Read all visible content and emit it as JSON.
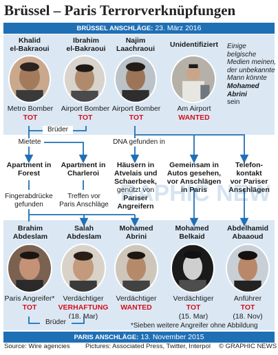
{
  "title": "Brüssel – Paris Terrorverknüpfungen",
  "banner_top": {
    "bold": "Brüssel Anschläge:",
    "date": "23. März 2016"
  },
  "banner_bottom": {
    "bold": "Paris Anschläge:",
    "date": "13. November 2015"
  },
  "brussels": [
    {
      "name1": "Khalid",
      "name2": "el-Bakraoui",
      "role": "Metro Bomber",
      "status": "TOT"
    },
    {
      "name1": "Ibrahim",
      "name2": "el-Bakraoui",
      "role": "Airport Bomber",
      "status": "TOT"
    },
    {
      "name1": "Najim",
      "name2": "Laachraoui",
      "role": "Airport Bomber",
      "status": "TOT"
    },
    {
      "name1": "Unidentifiziert",
      "name2": "",
      "role": "Am Airport",
      "status": "WANTED"
    }
  ],
  "note": {
    "l1": "Einige belgische",
    "l2": "Medien meinen,",
    "l3": "der unbekannte",
    "l4": "Mann könnte",
    "b1": "Mohamed",
    "b2": "Abrini",
    "l5": "sein"
  },
  "connectors": {
    "brueder_top": "Brüder",
    "mietete": "Mietete",
    "dna": "DNA gefunden in",
    "fingerabdruecke_1": "Fingerabdrücke",
    "fingerabdruecke_2": "gefunden",
    "treffen_1": "Treffen vor",
    "treffen_2": "Paris Anschläge",
    "brueder_bottom": "Brüder"
  },
  "boxes": {
    "forest_1": "Apartment in",
    "forest_2": "Forest",
    "charleroi_1": "Apartment in",
    "charleroi_2": "Charleroi",
    "haeuser_1": "Häusern in",
    "haeuser_2": "Atvelais und",
    "haeuser_3": "Schaerbeek,",
    "haeuser_4": "genützt von",
    "haeuser_5": "Pariser",
    "haeuser_6": "Angreifern",
    "autos_1": "Gemeinsam in",
    "autos_2": "Autos gesehen,",
    "autos_3": "vor Anschlägen",
    "autos_4": "in Paris",
    "telefon_1": "Telefon-",
    "telefon_2": "kontakt",
    "telefon_3": "vor Pariser",
    "telefon_4": "Anschlägen"
  },
  "paris": [
    {
      "name1": "Brahim",
      "name2": "Abdeslam",
      "role1": "Paris Angreifer*",
      "role2": "",
      "status": "TOT",
      "date": ""
    },
    {
      "name1": "Salah",
      "name2": "Abdeslam",
      "role1": "Verdächtiger",
      "role2": "",
      "status": "VERHAFTUNG",
      "date": "(18. Mar)"
    },
    {
      "name1": "Mohamed",
      "name2": "Abrini",
      "role1": "Verdächtiger",
      "role2": "",
      "status": "WANTED",
      "date": ""
    },
    {
      "name1": "Mohamed",
      "name2": "Belkaid",
      "role1": "Verdächtiger",
      "role2": "",
      "status": "TOT",
      "date": "(15. Mar)"
    },
    {
      "name1": "Abdelhamid",
      "name2": "Abaaoud",
      "role1": "Anführer",
      "role2": "",
      "status": "TOT",
      "date": "(18. Nov)"
    }
  ],
  "footnote": "*Sieben weitere Angreifer ohne Abbildung",
  "footer": {
    "source": "Source: Wire agencies",
    "pictures": "Pictures: Associated Press, Twitter, Interpol",
    "credit": "© GRAPHIC NEWS"
  },
  "colors": {
    "accent": "#1f6fb5",
    "panel": "#dbe8f4",
    "alert": "#d4101c"
  }
}
